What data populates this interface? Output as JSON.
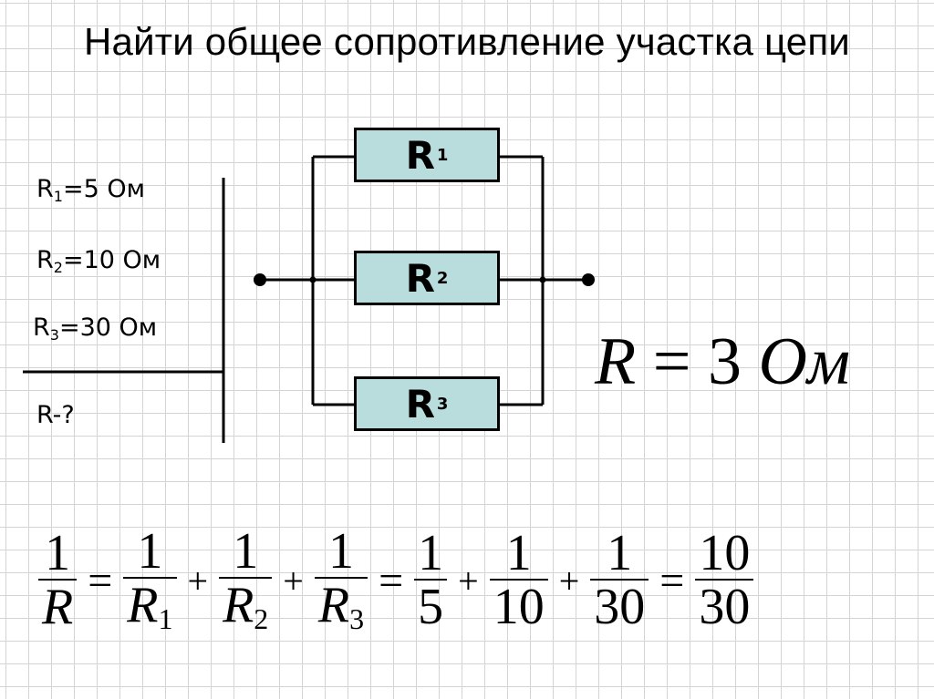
{
  "title": "Найти общее сопротивление участка цепи",
  "given": {
    "r1": {
      "sym": "R",
      "sub": "1",
      "rest": "=5 Ом"
    },
    "r2": {
      "sym": "R",
      "sub": "2",
      "rest": "=10 Ом"
    },
    "r3": {
      "sym": "R",
      "sub": "3",
      "rest": "=30 Ом"
    },
    "unknown": "R-?"
  },
  "resistors": [
    {
      "sym": "R",
      "sub": "1"
    },
    {
      "sym": "R",
      "sub": "2"
    },
    {
      "sym": "R",
      "sub": "3"
    }
  ],
  "result": {
    "lhs": "R",
    "eq": "=",
    "value": "3",
    "unit": "Ом"
  },
  "formula": {
    "f0": {
      "num": "1",
      "den": "R"
    },
    "eq1": "=",
    "f1": {
      "num": "1",
      "den": "R",
      "sub": "1"
    },
    "plus1": "+",
    "f2": {
      "num": "1",
      "den": "R",
      "sub": "2"
    },
    "plus2": "+",
    "f3": {
      "num": "1",
      "den": "R",
      "sub": "3"
    },
    "eq2": "=",
    "f4": {
      "num": "1",
      "den": "5"
    },
    "plus3": "+",
    "f5": {
      "num": "1",
      "den": "10"
    },
    "plus4": "+",
    "f6": {
      "num": "1",
      "den": "30"
    },
    "eq3": "=",
    "f7": {
      "num": "10",
      "den": "30"
    }
  },
  "colors": {
    "resistor_fill": "#b9dcdc",
    "grid": "#d4d4d4"
  }
}
